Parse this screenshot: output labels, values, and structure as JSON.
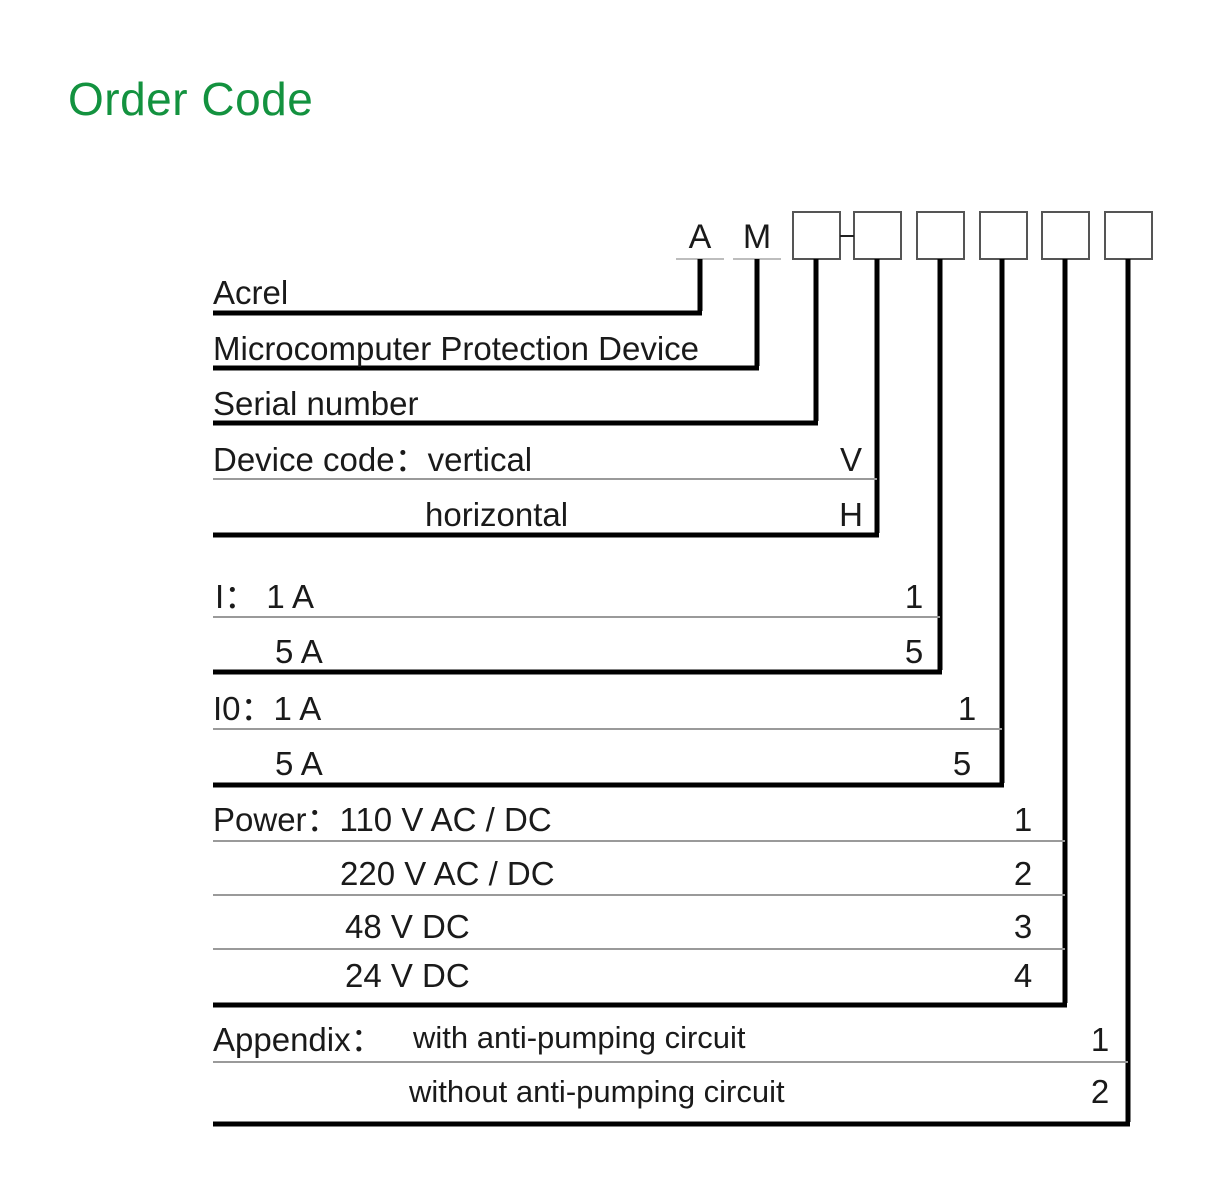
{
  "page": {
    "title": "Order Code",
    "title_color": "#13923f",
    "background": "#ffffff"
  },
  "code_string": {
    "prefix_chars": [
      "A",
      "M"
    ],
    "separator": "-",
    "empty_box_count": 6,
    "boxes": [
      "",
      "",
      "",
      "",
      "",
      ""
    ]
  },
  "rows": [
    {
      "label": "Acrel",
      "indent": 0,
      "code": "",
      "group": "acrel"
    },
    {
      "label": "Microcomputer Protection Device",
      "indent": 0,
      "code": "",
      "group": "mpd"
    },
    {
      "label": "Serial number",
      "indent": 0,
      "code": "",
      "group": "serial"
    },
    {
      "label": "Device code：vertical",
      "indent": 0,
      "code": "V",
      "group": "device"
    },
    {
      "label": "horizontal",
      "indent": 1,
      "code": "H",
      "group": "device"
    },
    {
      "label": "I：  1 A",
      "indent": 0,
      "code": "1",
      "group": "i"
    },
    {
      "label": "5 A",
      "indent": 2,
      "code": "5",
      "group": "i"
    },
    {
      "label": "I0：1 A",
      "indent": 0,
      "code": "1",
      "group": "i0"
    },
    {
      "label": "5 A",
      "indent": 2,
      "code": "5",
      "group": "i0"
    },
    {
      "label": "Power：110 V AC  / DC",
      "indent": 0,
      "code": "1",
      "group": "power"
    },
    {
      "label": "220 V AC  / DC",
      "indent": 3,
      "code": "2",
      "group": "power"
    },
    {
      "label": "48  V        DC",
      "indent": 4,
      "code": "3",
      "group": "power"
    },
    {
      "label": "24  V        DC",
      "indent": 4,
      "code": "4",
      "group": "power"
    },
    {
      "label": "Appendix：",
      "indent": 0,
      "code": "1",
      "group": "appendix",
      "extra": "with  anti-pumping  circuit"
    },
    {
      "label": "",
      "indent": 0,
      "code": "2",
      "group": "appendix",
      "extra": "without  anti-pumping  circuit"
    }
  ],
  "labels": {
    "acrel": "Acrel",
    "mpd": "Microcomputer Protection Device",
    "serial": "Serial number",
    "device_vertical": "Device code：vertical",
    "device_horizontal": "horizontal",
    "i_1a": "I：  1 A",
    "i_5a": "5 A",
    "i0_1a": "I0：1 A",
    "i0_5a": "5 A",
    "power_110": "Power：110 V AC  / DC",
    "power_220": "220 V AC  / DC",
    "power_48": "48  V        DC",
    "power_24": "24  V        DC",
    "appendix": "Appendix：",
    "appendix_with": "with  anti-pumping  circuit",
    "appendix_without": "without  anti-pumping  circuit"
  },
  "codes": {
    "device_vertical": "V",
    "device_horizontal": "H",
    "i_1a": "1",
    "i_5a": "5",
    "i0_1a": "1",
    "i0_5a": "5",
    "power_110": "1",
    "power_220": "2",
    "power_48": "3",
    "power_24": "4",
    "appendix_with": "1",
    "appendix_without": "2"
  },
  "code_chars": {
    "a": "A",
    "m": "M",
    "dash": "-"
  },
  "colors": {
    "line_thick": "#000000",
    "line_thin": "#9a9a9a",
    "box_stroke": "#555555",
    "text": "#1a1a1a",
    "accent": "#13923f"
  }
}
